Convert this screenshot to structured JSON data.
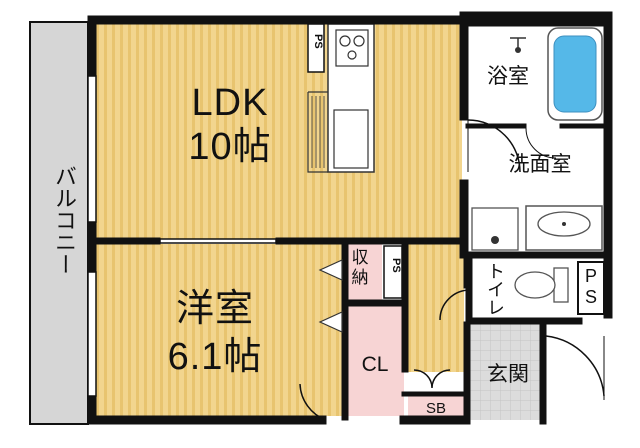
{
  "floorplan": {
    "rooms": {
      "ldk": {
        "name": "LDK",
        "size": "10帖"
      },
      "western": {
        "name": "洋室",
        "size": "6.1帖"
      },
      "bath": "浴室",
      "washroom": "洗面室",
      "toilet": "トイレ",
      "entrance": "玄関",
      "closet": "CL",
      "storage": "収納",
      "shoebox": "SB",
      "balcony": "バルコニー"
    },
    "ps_label": "PS",
    "colors": {
      "floor_wood": "#f2d58e",
      "floor_stripe": "#e8c46f",
      "wet_area": "#ffffff",
      "closet": "#f7d4d4",
      "entrance_tile": "#d9d9d9",
      "balcony": "#d6d6d6",
      "wall": "#111111",
      "fixture": "#55b8e8"
    }
  }
}
